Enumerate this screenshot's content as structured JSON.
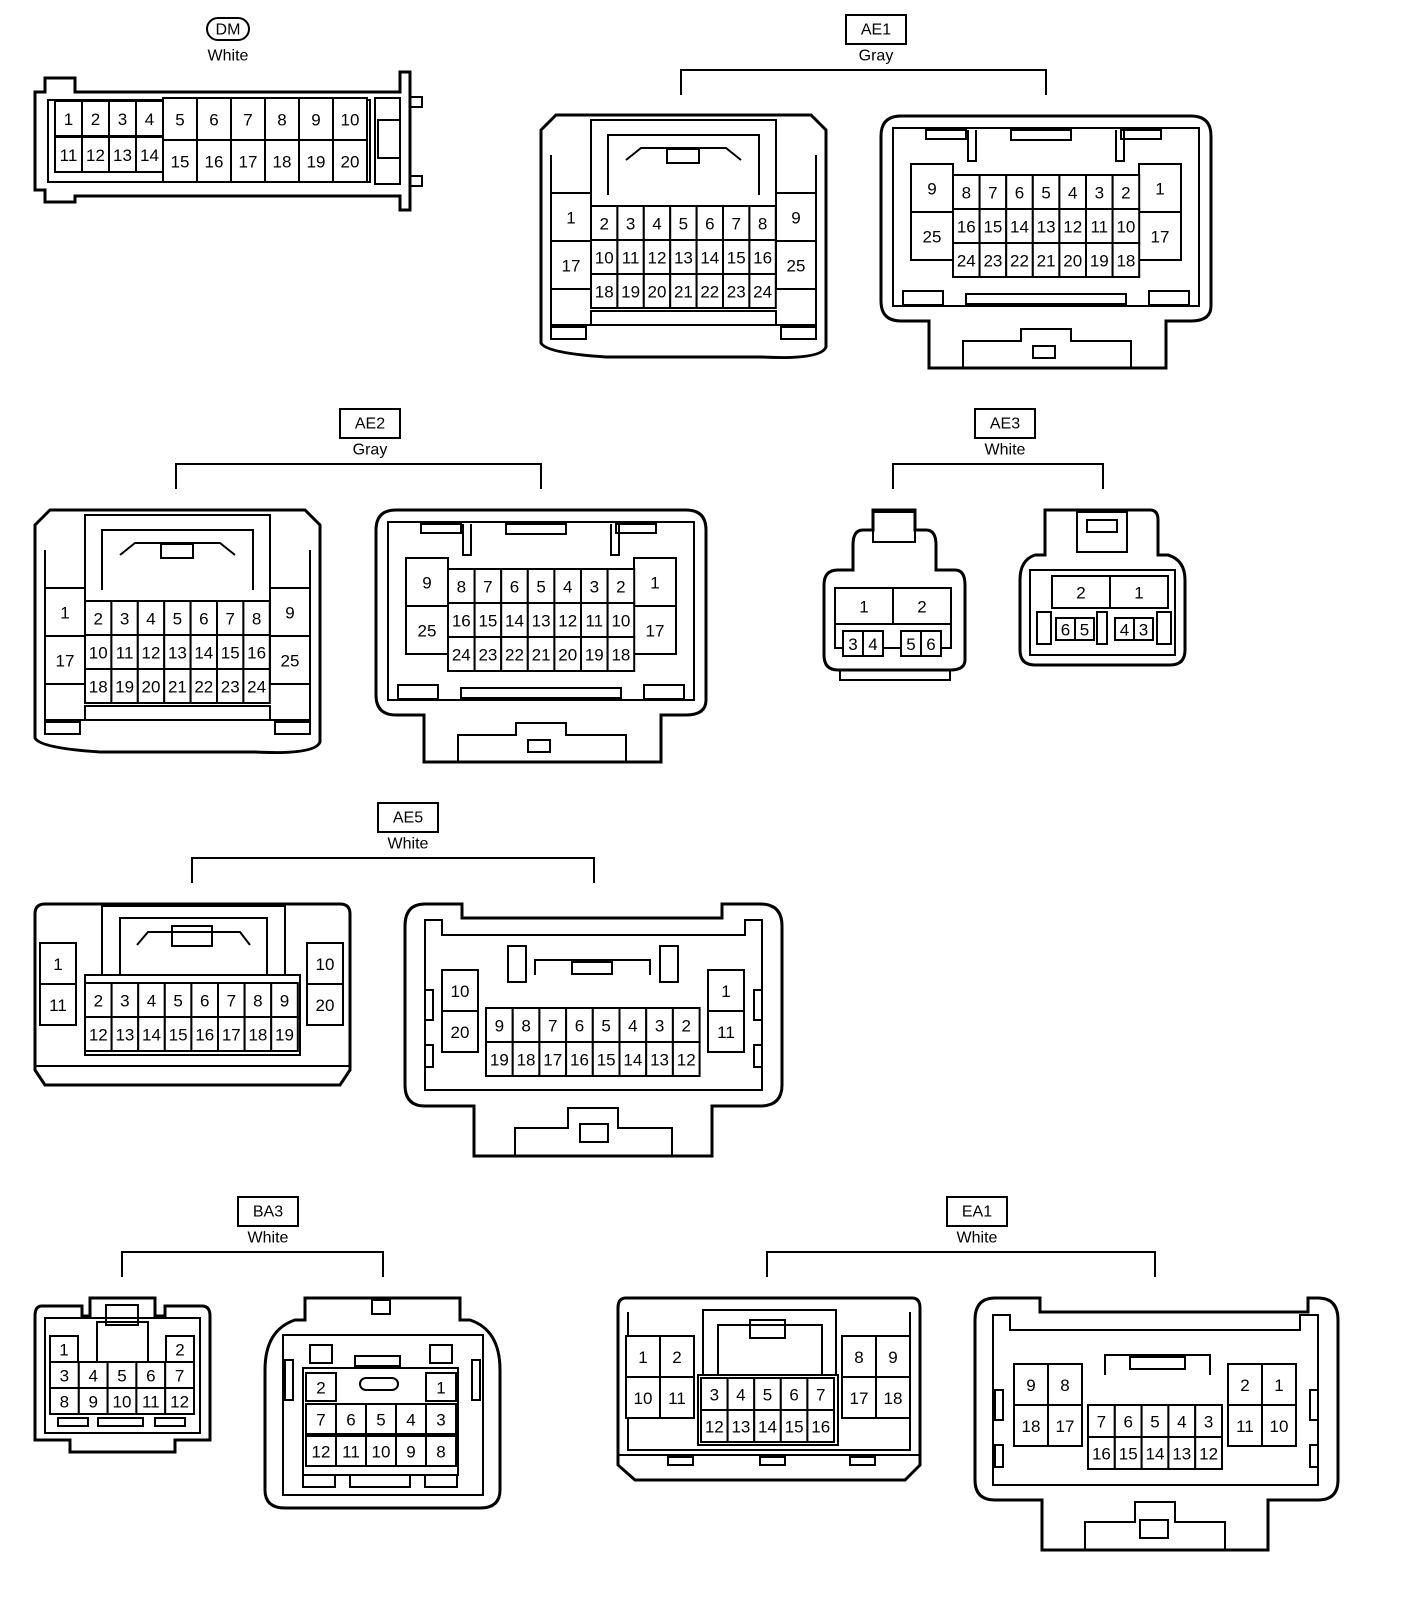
{
  "connectors": [
    {
      "code": "DM",
      "color": "White",
      "pins_row1": [
        "1",
        "2",
        "3",
        "4",
        "5",
        "6",
        "7",
        "8",
        "9",
        "10"
      ],
      "pins_row2": [
        "11",
        "12",
        "13",
        "14",
        "15",
        "16",
        "17",
        "18",
        "19",
        "20"
      ]
    },
    {
      "code": "AE1",
      "color": "Gray",
      "male": {
        "left": [
          "1",
          "17"
        ],
        "row1": [
          "2",
          "3",
          "4",
          "5",
          "6",
          "7",
          "8"
        ],
        "row2": [
          "10",
          "11",
          "12",
          "13",
          "14",
          "15",
          "16"
        ],
        "row3": [
          "18",
          "19",
          "20",
          "21",
          "22",
          "23",
          "24"
        ],
        "right": [
          "9",
          "25"
        ]
      },
      "female": {
        "left": [
          "9",
          "25"
        ],
        "row1": [
          "8",
          "7",
          "6",
          "5",
          "4",
          "3",
          "2"
        ],
        "row2": [
          "16",
          "15",
          "14",
          "13",
          "12",
          "11",
          "10"
        ],
        "row3": [
          "24",
          "23",
          "22",
          "21",
          "20",
          "19",
          "18"
        ],
        "right": [
          "1",
          "17"
        ]
      }
    },
    {
      "code": "AE2",
      "color": "Gray",
      "male": {
        "left": [
          "1",
          "17"
        ],
        "row1": [
          "2",
          "3",
          "4",
          "5",
          "6",
          "7",
          "8"
        ],
        "row2": [
          "10",
          "11",
          "12",
          "13",
          "14",
          "15",
          "16"
        ],
        "row3": [
          "18",
          "19",
          "20",
          "21",
          "22",
          "23",
          "24"
        ],
        "right": [
          "9",
          "25"
        ]
      },
      "female": {
        "left": [
          "9",
          "25"
        ],
        "row1": [
          "8",
          "7",
          "6",
          "5",
          "4",
          "3",
          "2"
        ],
        "row2": [
          "16",
          "15",
          "14",
          "13",
          "12",
          "11",
          "10"
        ],
        "row3": [
          "24",
          "23",
          "22",
          "21",
          "20",
          "19",
          "18"
        ],
        "right": [
          "1",
          "17"
        ]
      }
    },
    {
      "code": "AE3",
      "color": "White",
      "male": {
        "big": [
          "1",
          "2"
        ],
        "small": [
          "3",
          "4",
          "5",
          "6"
        ]
      },
      "female": {
        "big": [
          "2",
          "1"
        ],
        "small": [
          "6",
          "5",
          "4",
          "3"
        ]
      }
    },
    {
      "code": "AE5",
      "color": "White",
      "male": {
        "left": [
          "1",
          "11"
        ],
        "row1": [
          "2",
          "3",
          "4",
          "5",
          "6",
          "7",
          "8",
          "9"
        ],
        "row2": [
          "12",
          "13",
          "14",
          "15",
          "16",
          "17",
          "18",
          "19"
        ],
        "right": [
          "10",
          "20"
        ]
      },
      "female": {
        "left": [
          "10",
          "20"
        ],
        "row1": [
          "9",
          "8",
          "7",
          "6",
          "5",
          "4",
          "3",
          "2"
        ],
        "row2": [
          "19",
          "18",
          "17",
          "16",
          "15",
          "14",
          "13",
          "12"
        ],
        "right": [
          "1",
          "11"
        ]
      }
    },
    {
      "code": "BA3",
      "color": "White",
      "male": {
        "top": [
          "1",
          "2"
        ],
        "row1": [
          "3",
          "4",
          "5",
          "6",
          "7"
        ],
        "row2": [
          "8",
          "9",
          "10",
          "11",
          "12"
        ]
      },
      "female": {
        "top": [
          "2",
          "1"
        ],
        "row1": [
          "7",
          "6",
          "5",
          "4",
          "3"
        ],
        "row2": [
          "12",
          "11",
          "10",
          "9",
          "8"
        ]
      }
    },
    {
      "code": "EA1",
      "color": "White",
      "male": {
        "leftA": [
          "1",
          "2"
        ],
        "leftB": [
          "10",
          "11"
        ],
        "row1": [
          "3",
          "4",
          "5",
          "6",
          "7"
        ],
        "row2": [
          "12",
          "13",
          "14",
          "15",
          "16"
        ],
        "rightA": [
          "8",
          "9"
        ],
        "rightB": [
          "17",
          "18"
        ]
      },
      "female": {
        "leftA": [
          "9",
          "8"
        ],
        "leftB": [
          "18",
          "17"
        ],
        "row1": [
          "7",
          "6",
          "5",
          "4",
          "3"
        ],
        "row2": [
          "16",
          "15",
          "14",
          "13",
          "12"
        ],
        "rightA": [
          "2",
          "1"
        ],
        "rightB": [
          "11",
          "10"
        ]
      }
    }
  ]
}
